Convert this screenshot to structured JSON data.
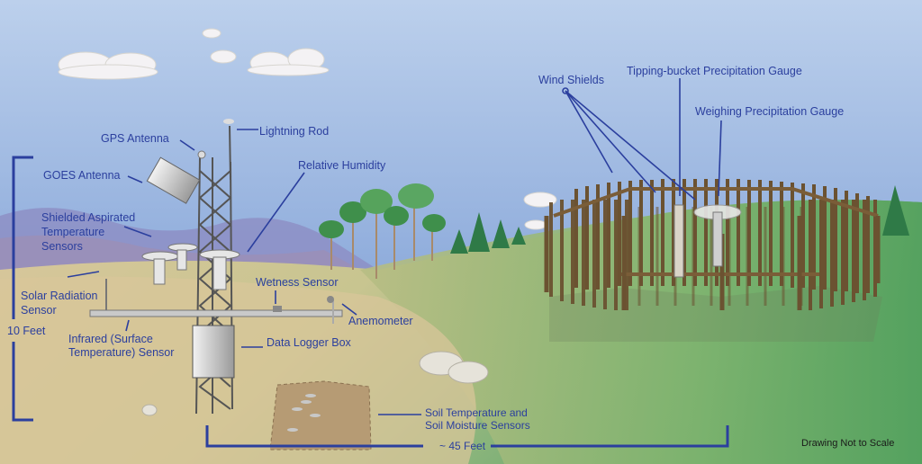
{
  "diagram": {
    "subject": "Climate reference weather station layout",
    "colors": {
      "label": "#2b3f9e",
      "sky_top": "#b9cde9",
      "sky_bottom": "#7d9fd6",
      "ground_sand": "#d6c59a",
      "ground_green": "#5aa56a",
      "fence": "#6b5231"
    },
    "labels": {
      "gps_antenna": "GPS Antenna",
      "lightning_rod": "Lightning Rod",
      "goes_antenna": "GOES Antenna",
      "relative_humidity": "Relative Humidity",
      "shielded_temp": "Shielded Aspirated\nTemperature\nSensors",
      "solar_radiation": "Solar Radiation\nSensor",
      "ten_feet": "10 Feet",
      "infrared": "Infrared (Surface\nTemperature) Sensor",
      "wetness_sensor": "Wetness Sensor",
      "anemometer": "Anemometer",
      "data_logger": "Data Logger Box",
      "soil_sensors": "Soil Temperature and\nSoil Moisture Sensors",
      "forty_five_feet": "~ 45 Feet",
      "wind_shields": "Wind Shields",
      "tipping_bucket": "Tipping-bucket Precipitation Gauge",
      "weighing_gauge": "Weighing Precipitation Gauge"
    },
    "note": "Drawing Not to Scale"
  }
}
